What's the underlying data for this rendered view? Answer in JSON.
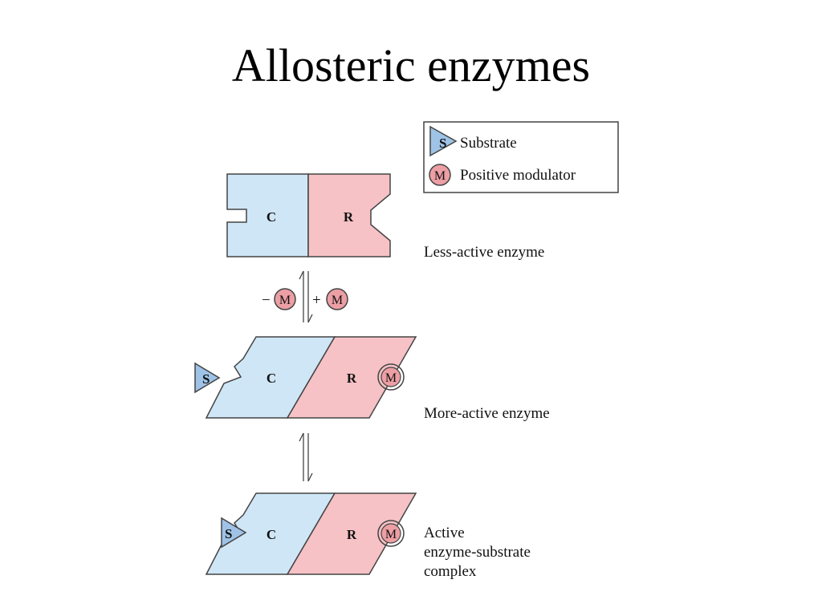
{
  "title": "Allosteric enzymes",
  "legend": {
    "substrate_symbol": "S",
    "substrate_label": "Substrate",
    "modulator_symbol": "M",
    "modulator_label": "Positive modulator"
  },
  "subunits": {
    "catalytic": "C",
    "regulatory": "R"
  },
  "states": {
    "less_active": "Less-active enzyme",
    "more_active": "More-active enzyme",
    "complex_lines": [
      "Active",
      "enzyme-substrate",
      "complex"
    ]
  },
  "equilibrium": {
    "minus_sign": "−",
    "plus_sign": "+",
    "modulator_symbol": "M"
  },
  "colors": {
    "catalytic_fill": "#cfe6f6",
    "regulatory_fill": "#f6c2c6",
    "substrate_fill": "#9fc3e6",
    "modulator_fill": "#ec9fa4",
    "outline": "#444444"
  }
}
